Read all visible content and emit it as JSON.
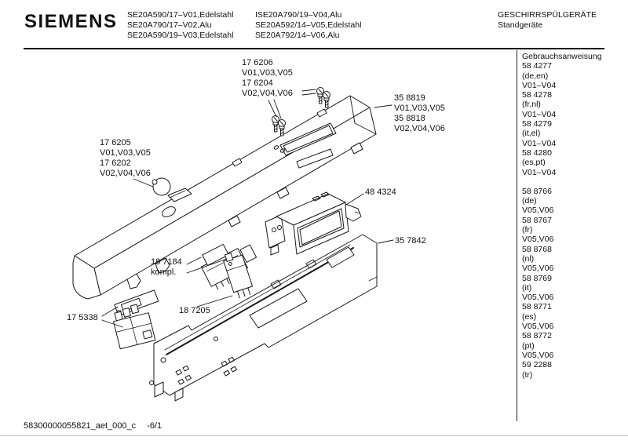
{
  "header": {
    "brand": "SIEMENS",
    "models_col1": [
      "SE20A590/17–V01,Edelstahl",
      "SE20A790/17–V02,Alu",
      "SE20A590/19–V03,Edelstahl"
    ],
    "models_col2": [
      "ISE20A790/19–V04,Alu",
      "SE20A592/14–V05,Edelstahl",
      "SE20A792/14–V06,Alu"
    ],
    "category": "GESCHIRRSPÜLGERÄTE",
    "device_type": "Standgeräte"
  },
  "sidebar": {
    "title": "Gebrauchsanweisung",
    "manuals_v01_v04": [
      {
        "code": "58 4277",
        "languages": "(de,en)",
        "variants": "V01–V04"
      },
      {
        "code": "58 4278",
        "languages": "(fr,nl)",
        "variants": "V01–V04"
      },
      {
        "code": "58 4279",
        "languages": "(it,el)",
        "variants": "V01–V04"
      },
      {
        "code": "58 4280",
        "languages": "(es,pt)",
        "variants": "V01–V04"
      }
    ],
    "manuals_v05_v06": [
      {
        "code": "58 8766",
        "languages": "(de)",
        "variants": "V05,V06"
      },
      {
        "code": "58 8767",
        "languages": "(fr)",
        "variants": "V05,V06"
      },
      {
        "code": "58 8768",
        "languages": "(nl)",
        "variants": "V05,V06"
      },
      {
        "code": "58 8769",
        "languages": "(it)",
        "variants": "V05,V06"
      },
      {
        "code": "58 8771",
        "languages": "(es)",
        "variants": "V05,V06"
      },
      {
        "code": "58 8772",
        "languages": "(pt)",
        "variants": "V05,V06"
      },
      {
        "code": "59 2288",
        "languages": "(tr)",
        "variants": ""
      }
    ]
  },
  "diagram": {
    "labels": {
      "fascia_screws": "17 6206\nV01,V03,V05\n17 6204\nV02,V04,V06",
      "fascia_panel": "35 8819\nV01,V03,V05\n35 8818\nV02,V04,V06",
      "knob": "17 6205\nV01,V03,V05\n17 6202\nV02,V04,V06",
      "display_module": "48 4324",
      "control_housing": "35 7842",
      "switch_assembly": "18 7184\nkompl.",
      "switch": "18 7205",
      "mains_switch": "17 5338"
    },
    "line_color": "#1a1a1a"
  },
  "footer": {
    "document_id": "58300000055821_aet_000_c",
    "page": "-6/1"
  }
}
